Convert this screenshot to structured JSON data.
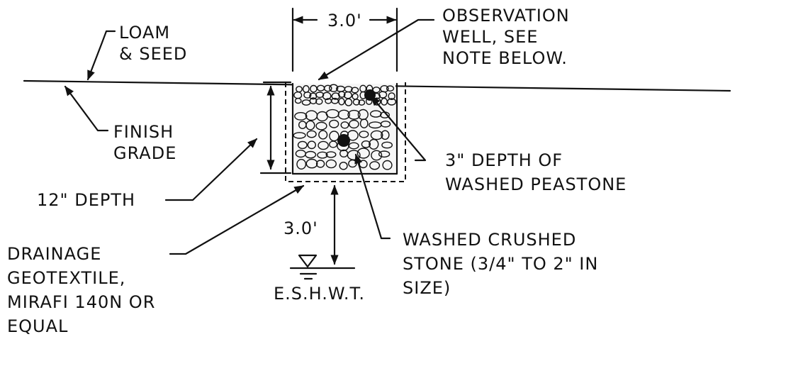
{
  "labels": {
    "top_width_dim": "3.0'",
    "observation_line1": "OBSERVATION",
    "observation_line2": "WELL, SEE",
    "observation_line3": "NOTE BELOW.",
    "loam_line1": "LOAM",
    "loam_line2": "& SEED",
    "finish_line1": "FINISH",
    "finish_line2": "GRADE",
    "depth_label": "12\" DEPTH",
    "peastone_line1": "3\" DEPTH OF",
    "peastone_line2": "WASHED PEASTONE",
    "separation_dim": "3.0'",
    "crushed_line1": "WASHED CRUSHED",
    "crushed_line2": "STONE (3/4\" TO 2\" IN",
    "crushed_line3": "SIZE)",
    "geotextile_line1": "DRAINAGE",
    "geotextile_line2": "GEOTEXTILE,",
    "geotextile_line3": "MIRAFI 140N OR",
    "geotextile_line4": "EQUAL",
    "water_table": "E.S.H.W.T."
  }
}
